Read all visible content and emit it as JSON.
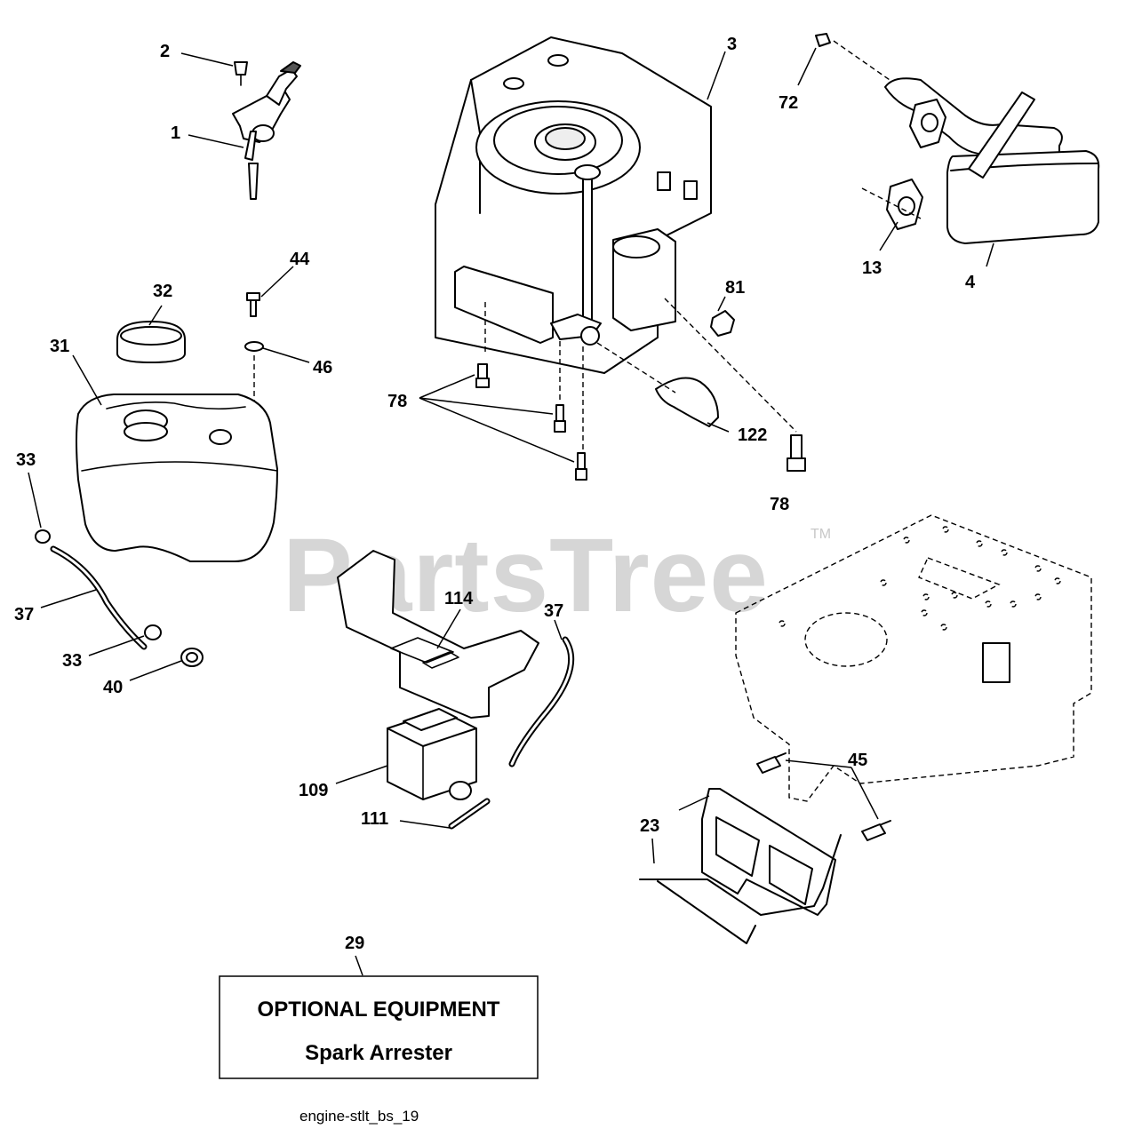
{
  "watermark": {
    "text": "PartsTree",
    "trademark": "TM"
  },
  "footer": {
    "diagram_id": "engine-stlt_bs_19"
  },
  "optional_equipment": {
    "callout": "29",
    "heading": "OPTIONAL EQUIPMENT",
    "item": "Spark Arrester"
  },
  "callouts": {
    "c1": "1",
    "c2": "2",
    "c3": "3",
    "c4": "4",
    "c13": "13",
    "c23": "23",
    "c31": "31",
    "c32": "32",
    "c33a": "33",
    "c33b": "33",
    "c37a": "37",
    "c37b": "37",
    "c40": "40",
    "c44": "44",
    "c45": "45",
    "c46": "46",
    "c72": "72",
    "c78a": "78",
    "c78b": "78",
    "c81": "81",
    "c109": "109",
    "c111": "111",
    "c114": "114",
    "c122": "122"
  }
}
